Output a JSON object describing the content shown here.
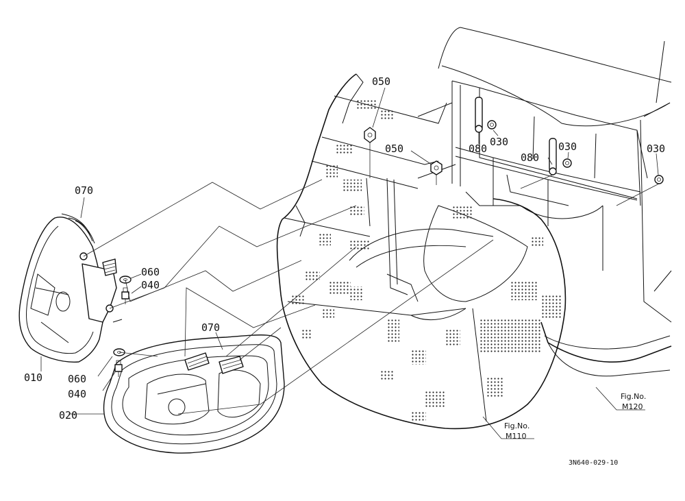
{
  "labels": {
    "p010": "010",
    "p020": "020",
    "p030a": "030",
    "p030b": "030",
    "p030c": "030",
    "p040a": "040",
    "p040b": "040",
    "p050a": "050",
    "p050b": "050",
    "p060a": "060",
    "p060b": "060",
    "p070a": "070",
    "p070b": "070",
    "p080a": "080",
    "p080b": "080"
  },
  "refs": {
    "m110_title": "Fig.No.",
    "m110_code": "M110",
    "m120_title": "Fig.No.",
    "m120_code": "M120"
  },
  "drawing_code": "3N640-029-10"
}
